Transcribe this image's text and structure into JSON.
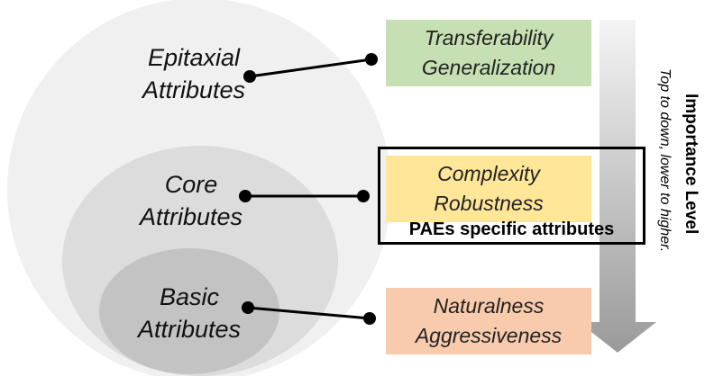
{
  "nodes": {
    "epitaxial": {
      "line1": "Epitaxial",
      "line2": "Attributes"
    },
    "core": {
      "line1": "Core",
      "line2": "Attributes"
    },
    "basic": {
      "line1": "Basic",
      "line2": "Attributes"
    }
  },
  "boxes": {
    "epitaxial": {
      "line1": "Transferability",
      "line2": "Generalization",
      "color": "#c6e0b4"
    },
    "core": {
      "line1": "Complexity",
      "line2": "Robustness",
      "color": "#ffe699"
    },
    "basic": {
      "line1": "Naturalness",
      "line2": "Aggressiveness",
      "color": "#f8cbad"
    }
  },
  "pae_label": "PAEs specific attributes",
  "importance": {
    "title": "Importance Level",
    "subtitle": "Top to down, lower to higher."
  }
}
